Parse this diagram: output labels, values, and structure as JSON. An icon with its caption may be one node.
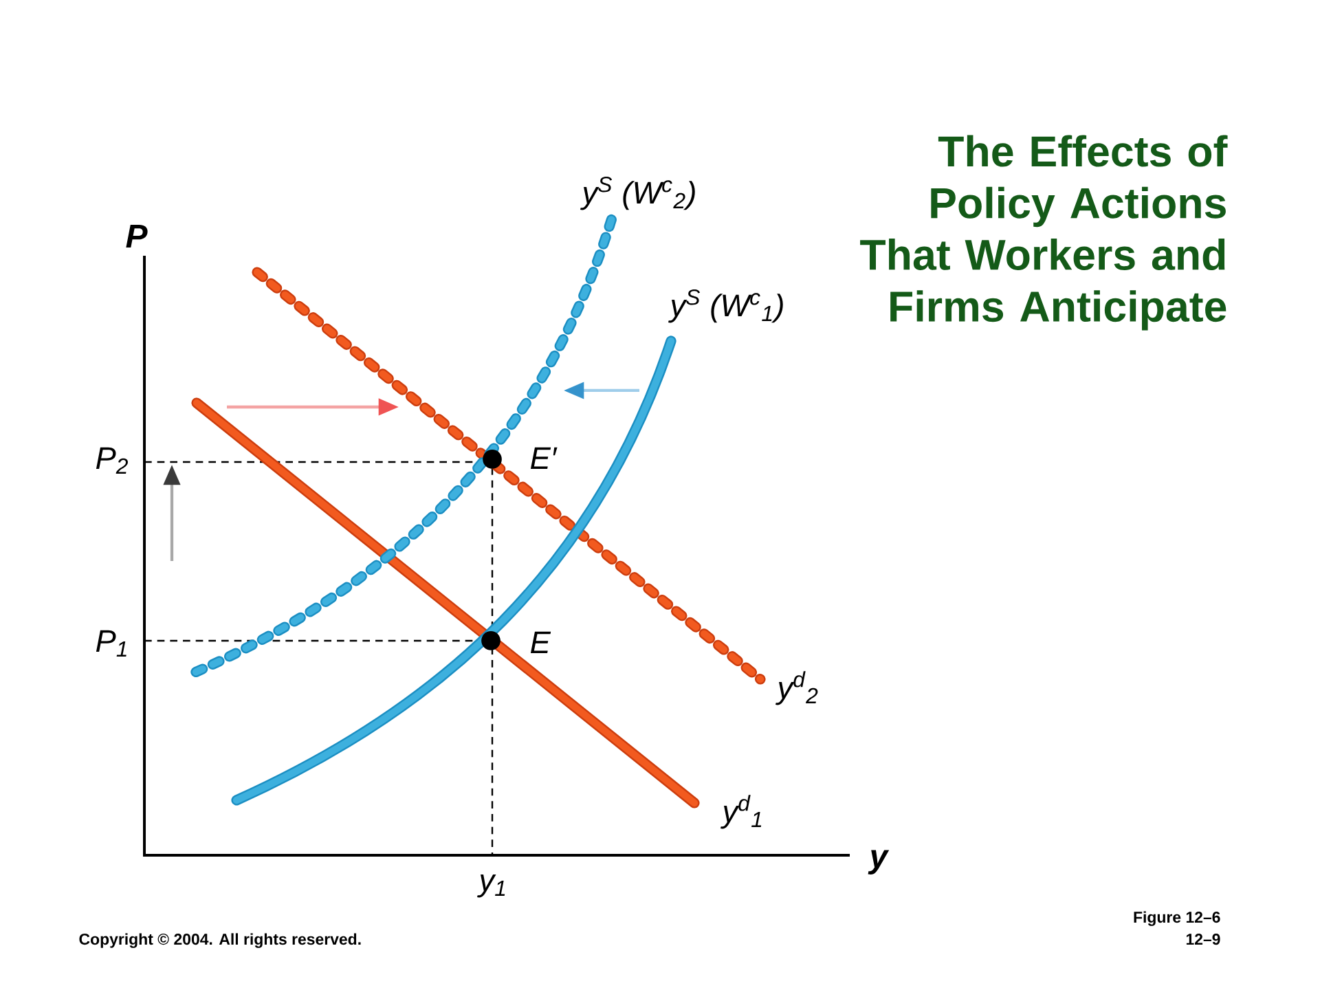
{
  "diagram": {
    "title": "The Effects of Policy Actions That Workers and Firms Anticipate",
    "labels": [
      "y$^{S}$ (W$^{c}$$_{2}$)",
      "P",
      "y$^{S}$ (W$^{c}$$_{1}$)",
      "P$_{2}$",
      "E′",
      "P$_{1}$",
      "E",
      "y$^{d}$$_{2}$",
      "y$^{d}$$_{1}$",
      "y",
      "y$_{1}$",
      "Figure 12–6",
      "Copyright © 2004. All rights reserved.",
      "12–9"
    ]
  }
}
